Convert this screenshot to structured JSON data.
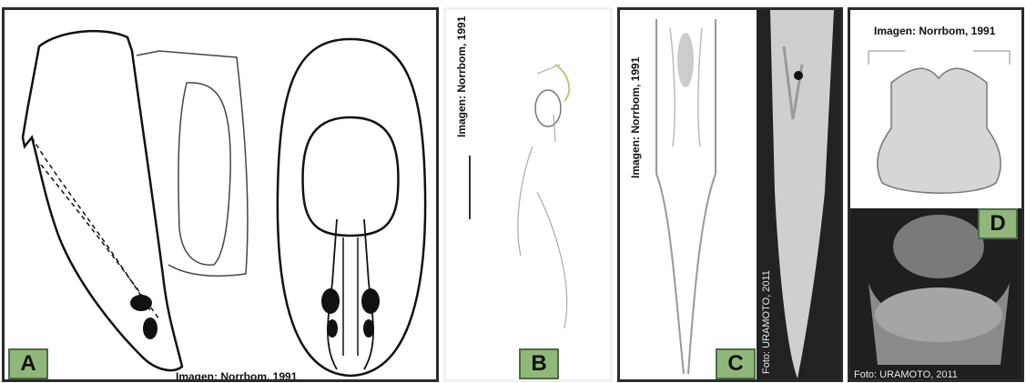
{
  "panels": {
    "a": {
      "label": "A",
      "credit": "Imagen: Norrbom, 1991"
    },
    "b": {
      "label": "B",
      "credit": "Imagen: Norrbom, 1991"
    },
    "c": {
      "label": "C",
      "credit": "Imagen: Norrbom, 1991",
      "photo_credit": "Foto: URAMOTO, 2011"
    },
    "d": {
      "label": "D",
      "credit": "Imagen: Norrbom, 1991",
      "photo_credit": "Foto: URAMOTO, 2011"
    }
  },
  "colors": {
    "label_fill": "#8fb77a",
    "border": "#2b2b2b"
  }
}
